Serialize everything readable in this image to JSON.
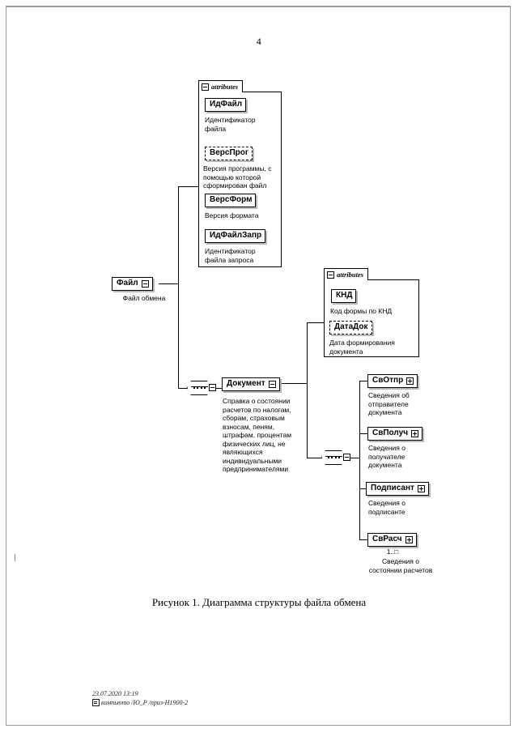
{
  "page": {
    "number": "4",
    "caption": "Рисунок 1. Диаграмма структуры файла обмена"
  },
  "footer": {
    "timestamp": "23.07.2020 13:19",
    "path": "компьюто /Ю_Р /приз-Н1900-2",
    "doc_icon": "document-icon"
  },
  "diagram": {
    "type": "xsd-structure-diagram",
    "attribute_boxes": [
      {
        "id": "file-attributes",
        "tab_label": "attributes",
        "tab_icon": "minus-box-icon",
        "attributes": [
          {
            "name": "ИдФайл",
            "optional": false,
            "description": "Идентификатор\nфайла"
          },
          {
            "name": "ВерсПрог",
            "optional": true,
            "description": "Версия программы, с\nпомощью которой\nсформирован файл"
          },
          {
            "name": "ВерсФорм",
            "optional": false,
            "description": "Версия формата"
          },
          {
            "name": "ИдФайлЗапр",
            "optional": false,
            "description": "Идентификатор\nфайла запроса"
          }
        ]
      },
      {
        "id": "document-attributes",
        "tab_label": "attributes",
        "tab_icon": "minus-box-icon",
        "attributes": [
          {
            "name": "КНД",
            "optional": false,
            "description": "Код формы по КНД"
          },
          {
            "name": "ДатаДок",
            "optional": true,
            "description": "Дата формирования\nдокумента"
          }
        ]
      }
    ],
    "nodes": [
      {
        "id": "fayl",
        "name": "Файл",
        "description": "Файл обмена",
        "toggle": "minus-box-icon",
        "expanded": true
      },
      {
        "id": "dokument",
        "name": "Документ",
        "description": "Справка о состоянии\nрасчетов по налогам,\nсборам, страховым\nвзносам, пеням,\nштрафам, процентам\nфизических лиц, не\nявляющихся\nиндивидуальными\nпредпринимателями",
        "toggle": "minus-box-icon",
        "expanded": true
      },
      {
        "id": "svotpr",
        "name": "СвОтпр",
        "description": "Сведения об\nотправителе\nдокумента",
        "toggle": "plus-box-icon",
        "expanded": false
      },
      {
        "id": "svpoluch",
        "name": "СвПолуч",
        "description": "Сведения о\nполучателе\nдокумента",
        "toggle": "plus-box-icon",
        "expanded": false
      },
      {
        "id": "podpisant",
        "name": "Подписант",
        "description": "Сведения о\nподписанте",
        "toggle": "plus-box-icon",
        "expanded": false
      },
      {
        "id": "svrasch",
        "name": "СвРасч",
        "description": "Сведения о\nсостоянии расчетов",
        "toggle": "plus-box-icon",
        "expanded": false,
        "multiplicity": "1..□"
      }
    ],
    "compositors": [
      {
        "id": "seq-file",
        "kind": "sequence",
        "toggle": "minus-box-icon"
      },
      {
        "id": "seq-document",
        "kind": "sequence",
        "toggle": "minus-box-icon"
      }
    ]
  }
}
